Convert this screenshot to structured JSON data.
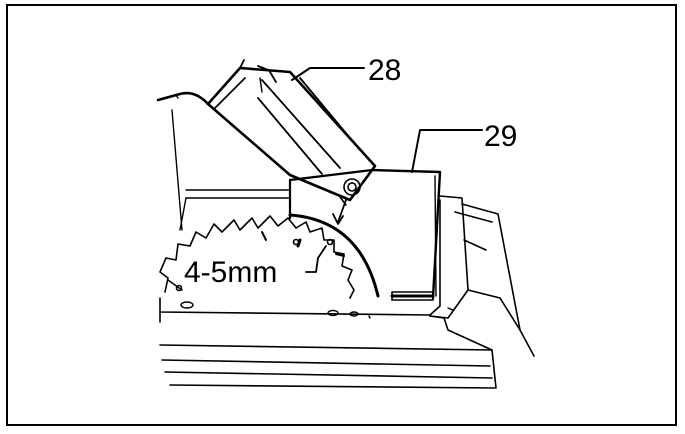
{
  "labels": {
    "part_a": "28",
    "part_b": "29",
    "gap": "4-5mm"
  },
  "colors": {
    "ink": "#000000",
    "paper": "#ffffff"
  }
}
